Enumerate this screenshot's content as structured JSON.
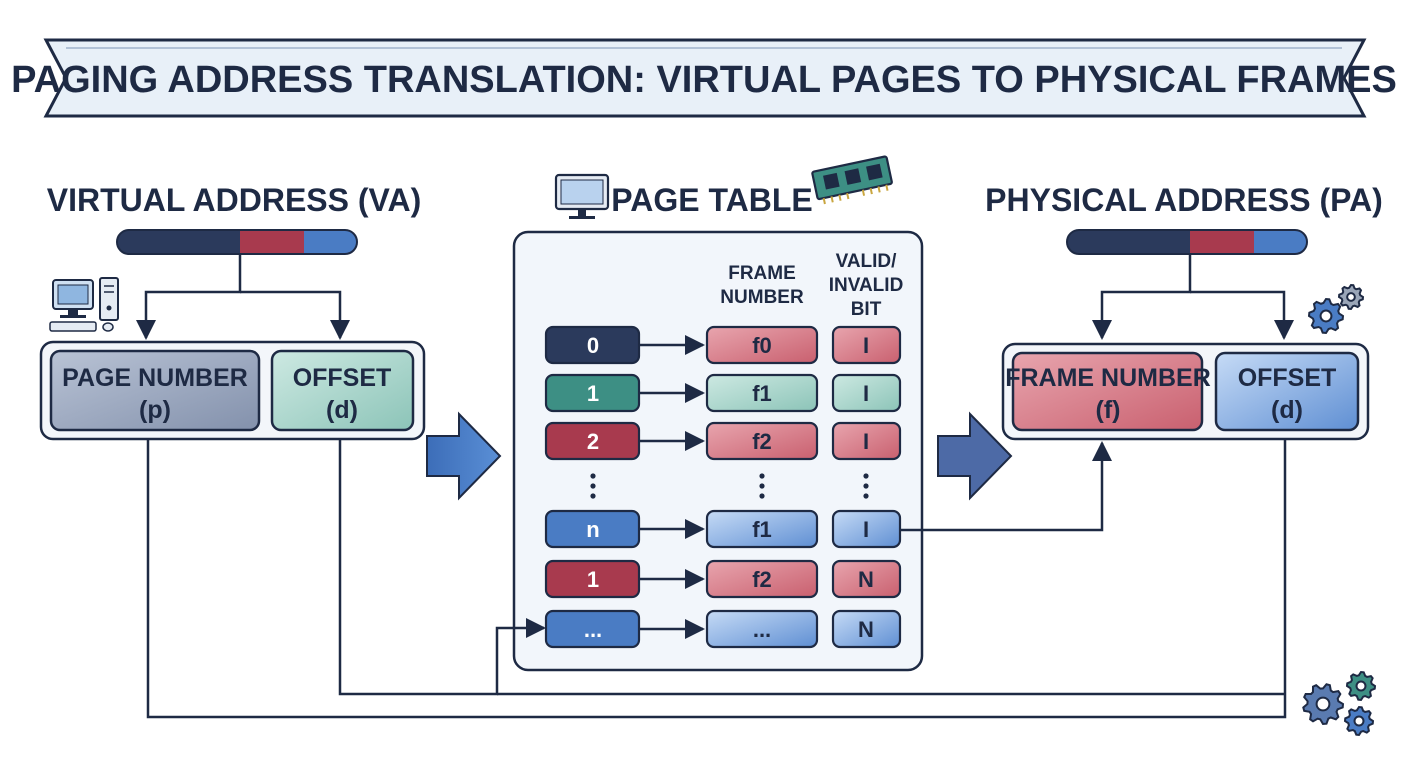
{
  "title": "PAGING ADDRESS TRANSLATION: VIRTUAL PAGES TO PHYSICAL FRAMES",
  "virtual_address": {
    "heading": "VIRTUAL ADDRESS (VA)",
    "page_number": {
      "line1": "PAGE NUMBER",
      "line2": "(p)"
    },
    "offset": {
      "line1": "OFFSET",
      "line2": "(d)"
    }
  },
  "page_table": {
    "heading": "PAGE TABLE",
    "frame_header": [
      "FRAME",
      "NUMBER"
    ],
    "valid_header": [
      "VALID/",
      "INVALID",
      "BIT"
    ],
    "rows": [
      {
        "page": "0",
        "frame": "f0",
        "bit": "I",
        "color": "#2b3a5c",
        "text_color": "#ffffff"
      },
      {
        "page": "1",
        "frame": "f1",
        "bit": "I",
        "color": "#3d8f84",
        "text_color": "#ffffff"
      },
      {
        "page": "2",
        "frame": "f2",
        "bit": "I",
        "color": "#a83a4e",
        "text_color": "#ffffff"
      },
      {
        "page": "n",
        "frame": "f1",
        "bit": "I",
        "color": "#4a7cc4",
        "text_color": "#ffffff"
      },
      {
        "page": "1",
        "frame": "f2",
        "bit": "N",
        "color": "#a83a4e",
        "text_color": "#ffffff"
      },
      {
        "page": "...",
        "frame": "...",
        "bit": "N",
        "color": "#4a7cc4",
        "text_color": "#ffffff"
      }
    ]
  },
  "physical_address": {
    "heading": "PHYSICAL ADDRESS (PA)",
    "frame_number": {
      "line1": "FRAME NUMBER",
      "line2": "(f)"
    },
    "offset": {
      "line1": "OFFSET",
      "line2": "(d)"
    }
  },
  "colors": {
    "ink": "#1e2a44",
    "navy": "#2b3a5c",
    "crimson": "#a83a4e",
    "blue": "#4a7cc4",
    "teal": "#3d8f84",
    "banner": "#e8f0f8"
  },
  "icons": [
    "desktop-computer-icon",
    "monitor-icon",
    "memory-chip-icon",
    "gears-icon"
  ]
}
